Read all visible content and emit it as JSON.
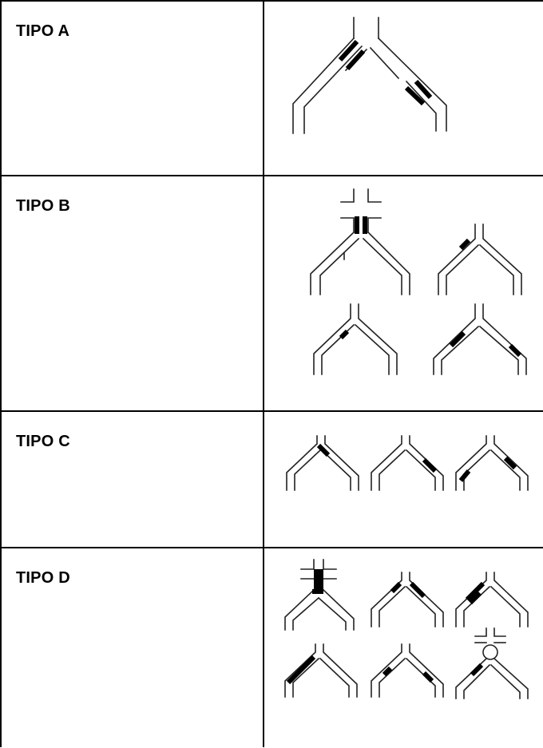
{
  "rows": [
    {
      "label": "TIPO A",
      "diagram_icon": "bifurcation-lesion-icon"
    },
    {
      "label": "TIPO B",
      "diagram_icon": "bifurcation-lesion-icon"
    },
    {
      "label": "TIPO C",
      "diagram_icon": "bifurcation-lesion-icon"
    },
    {
      "label": "TIPO D",
      "diagram_icon": "bifurcation-lesion-icon"
    }
  ]
}
